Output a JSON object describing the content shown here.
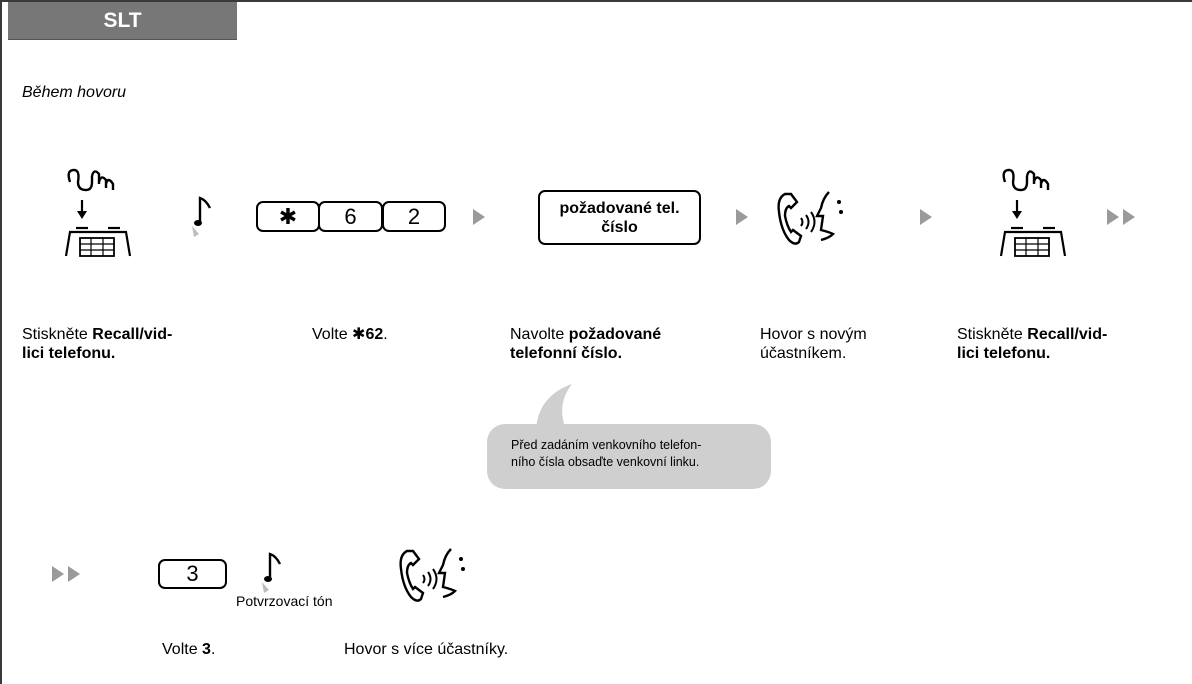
{
  "header": {
    "tab_label": "SLT",
    "subtitle": "Během hovoru"
  },
  "keys": {
    "star": "✱",
    "six": "6",
    "two": "2",
    "number_line1": "požadované tel.",
    "number_line2": "číslo",
    "three": "3"
  },
  "steps": {
    "recall1": {
      "pre": "Stiskněte ",
      "bold1": "Recall/vid-",
      "bold2": "lici telefonu."
    },
    "dial62": {
      "pre": "Volte ",
      "star": "✱",
      "bold": "62",
      "post": "."
    },
    "navolte": {
      "pre": "Navolte ",
      "bold1": "požadované",
      "bold2": "telefonní číslo."
    },
    "hovor_new": {
      "line1": "Hovor s novým",
      "line2": "účastníkem."
    },
    "recall2": {
      "pre": "Stiskněte ",
      "bold1": "Recall/vid-",
      "bold2": "lici telefonu."
    },
    "dial3": {
      "pre": "Volte ",
      "bold": "3",
      "post": "."
    },
    "hovor_multi": "Hovor s více účastníky."
  },
  "note": {
    "line1": "Před zadáním venkovního telefon-",
    "line2": "ního čísla obsaďte venkovní linku."
  },
  "confirm_tone": "Potvrzovací tón",
  "icons": [
    "hand-press-hookswitch-icon",
    "tone-note-icon",
    "handset-talk-icon",
    "arrow-icon",
    "double-arrow-icon"
  ],
  "colors": {
    "tab": "#777777",
    "arrow": "#9a9a9a",
    "bubble": "#cfcfcf"
  }
}
